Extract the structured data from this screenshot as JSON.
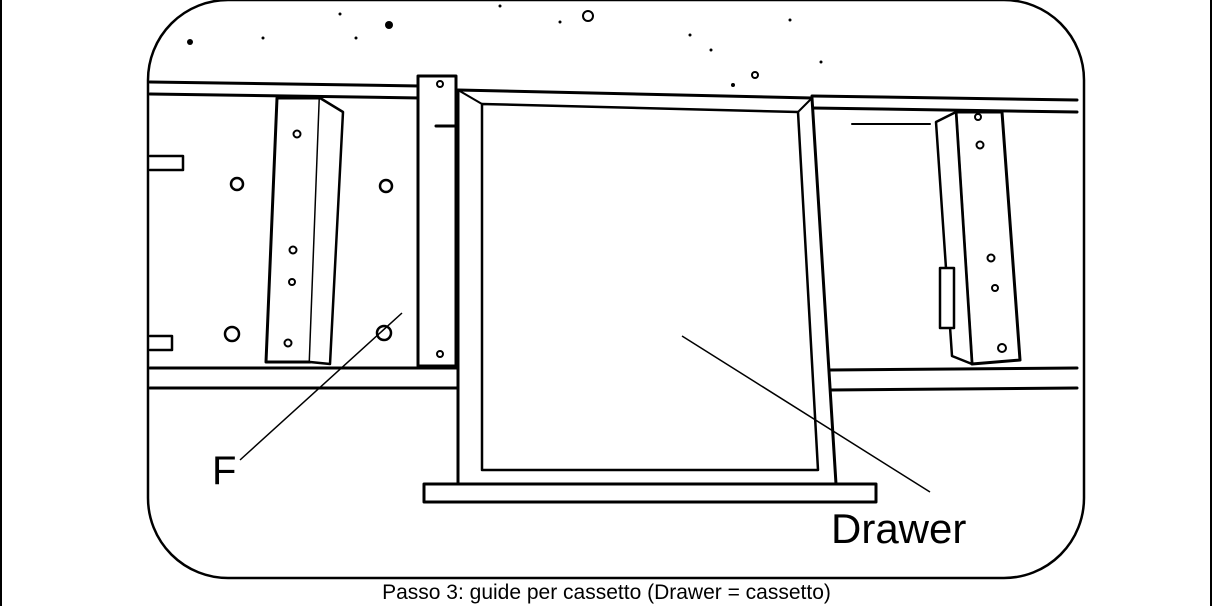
{
  "figure": {
    "labels": {
      "f": "F",
      "drawer": "Drawer"
    }
  },
  "caption": "Passo 3: guide per cassetto (Drawer = cassetto)"
}
